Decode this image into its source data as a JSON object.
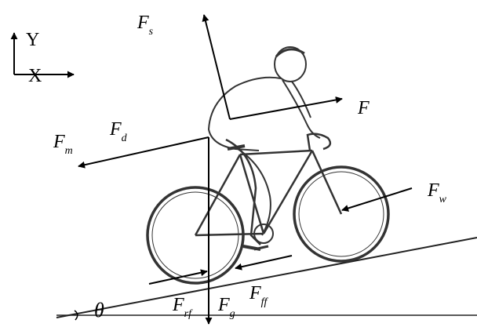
{
  "axes": {
    "y_label": "Y",
    "x_label": "X"
  },
  "forces": {
    "Fs": {
      "sym": "F",
      "sub": "s"
    },
    "F": {
      "sym": "F",
      "sub": ""
    },
    "Fd": {
      "sym": "F",
      "sub": "d"
    },
    "Fm": {
      "sym": "F",
      "sub": "m"
    },
    "Fw": {
      "sym": "F",
      "sub": "w"
    },
    "Frf": {
      "sym": "F",
      "sub": "rf"
    },
    "Fg": {
      "sym": "F",
      "sub": "g"
    },
    "Fff": {
      "sym": "F",
      "sub": "ff"
    }
  },
  "angle": {
    "symbol": "θ"
  },
  "colors": {
    "ink": "#000000",
    "sketch": "#333333",
    "background": "#ffffff"
  }
}
